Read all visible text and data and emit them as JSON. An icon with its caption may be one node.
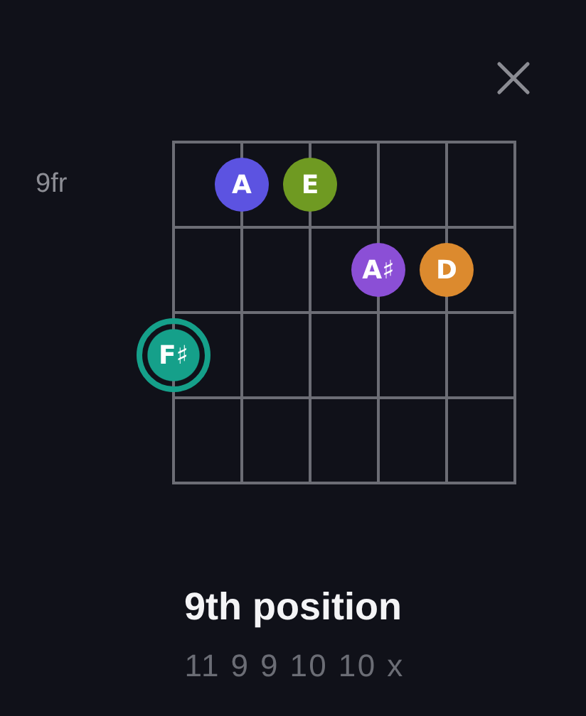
{
  "diagram": {
    "title": "9th position",
    "nodes": [
      {
        "text": [
          "A"
        ]
      },
      {
        "text": [
          "E"
        ]
      },
      {
        "text": [
          "A♯"
        ]
      },
      {
        "text": [
          "D"
        ]
      },
      {
        "text": [
          "F♯"
        ]
      }
    ],
    "labels": [
      "9fr",
      "11 9 9 10 10 x"
    ]
  }
}
